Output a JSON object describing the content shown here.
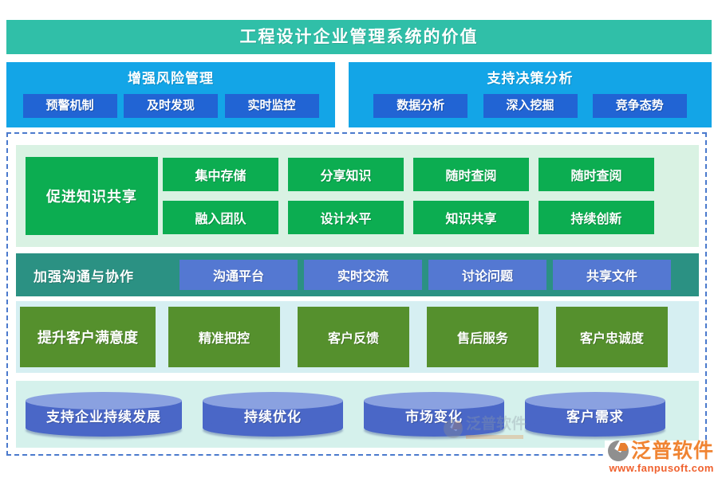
{
  "page": {
    "title": "工程设计企业管理系统的价值"
  },
  "top_sections": [
    {
      "title": "增强风险管理",
      "items": [
        "预警机制",
        "及时发现",
        "实时监控"
      ]
    },
    {
      "title": "支持决策分析",
      "items": [
        "数据分析",
        "深入挖掘",
        "竞争态势"
      ]
    }
  ],
  "rows": {
    "knowledge": {
      "label": "促进知识共享",
      "items": [
        "集中存储",
        "分享知识",
        "随时查阅",
        "随时查阅",
        "融入团队",
        "设计水平",
        "知识共享",
        "持续创新"
      ]
    },
    "communication": {
      "label": "加强沟通与协作",
      "items": [
        "沟通平台",
        "实时交流",
        "讨论问题",
        "共享文件"
      ]
    },
    "customer": {
      "label": "提升客户满意度",
      "items": [
        "精准把控",
        "客户反馈",
        "售后服务",
        "客户忠诚度"
      ]
    },
    "development": {
      "label": "支持企业持续发展",
      "items": [
        "持续优化",
        "市场变化",
        "客户需求"
      ]
    }
  },
  "branding": {
    "logo_text": "泛普软件",
    "website": "www.fanpusoft.com",
    "watermark_text": "泛普软件"
  },
  "colors": {
    "header_teal": "#30BFA8",
    "panel_blue": "#13A5E7",
    "panel_button_blue": "#2164D4",
    "green": "#0CAD51",
    "knowledge_bg": "#D9F2E3",
    "communication_bg": "#2B9183",
    "communication_button": "#5478D2",
    "light_cyan_bg": "#D6EFF2",
    "olive_green": "#55902D",
    "cylinder_blue": "#4A67C7",
    "cylinder_top_blue": "#8AA1E0",
    "dashed_border": "#4B7ACD",
    "logo_orange": "#F08432"
  }
}
